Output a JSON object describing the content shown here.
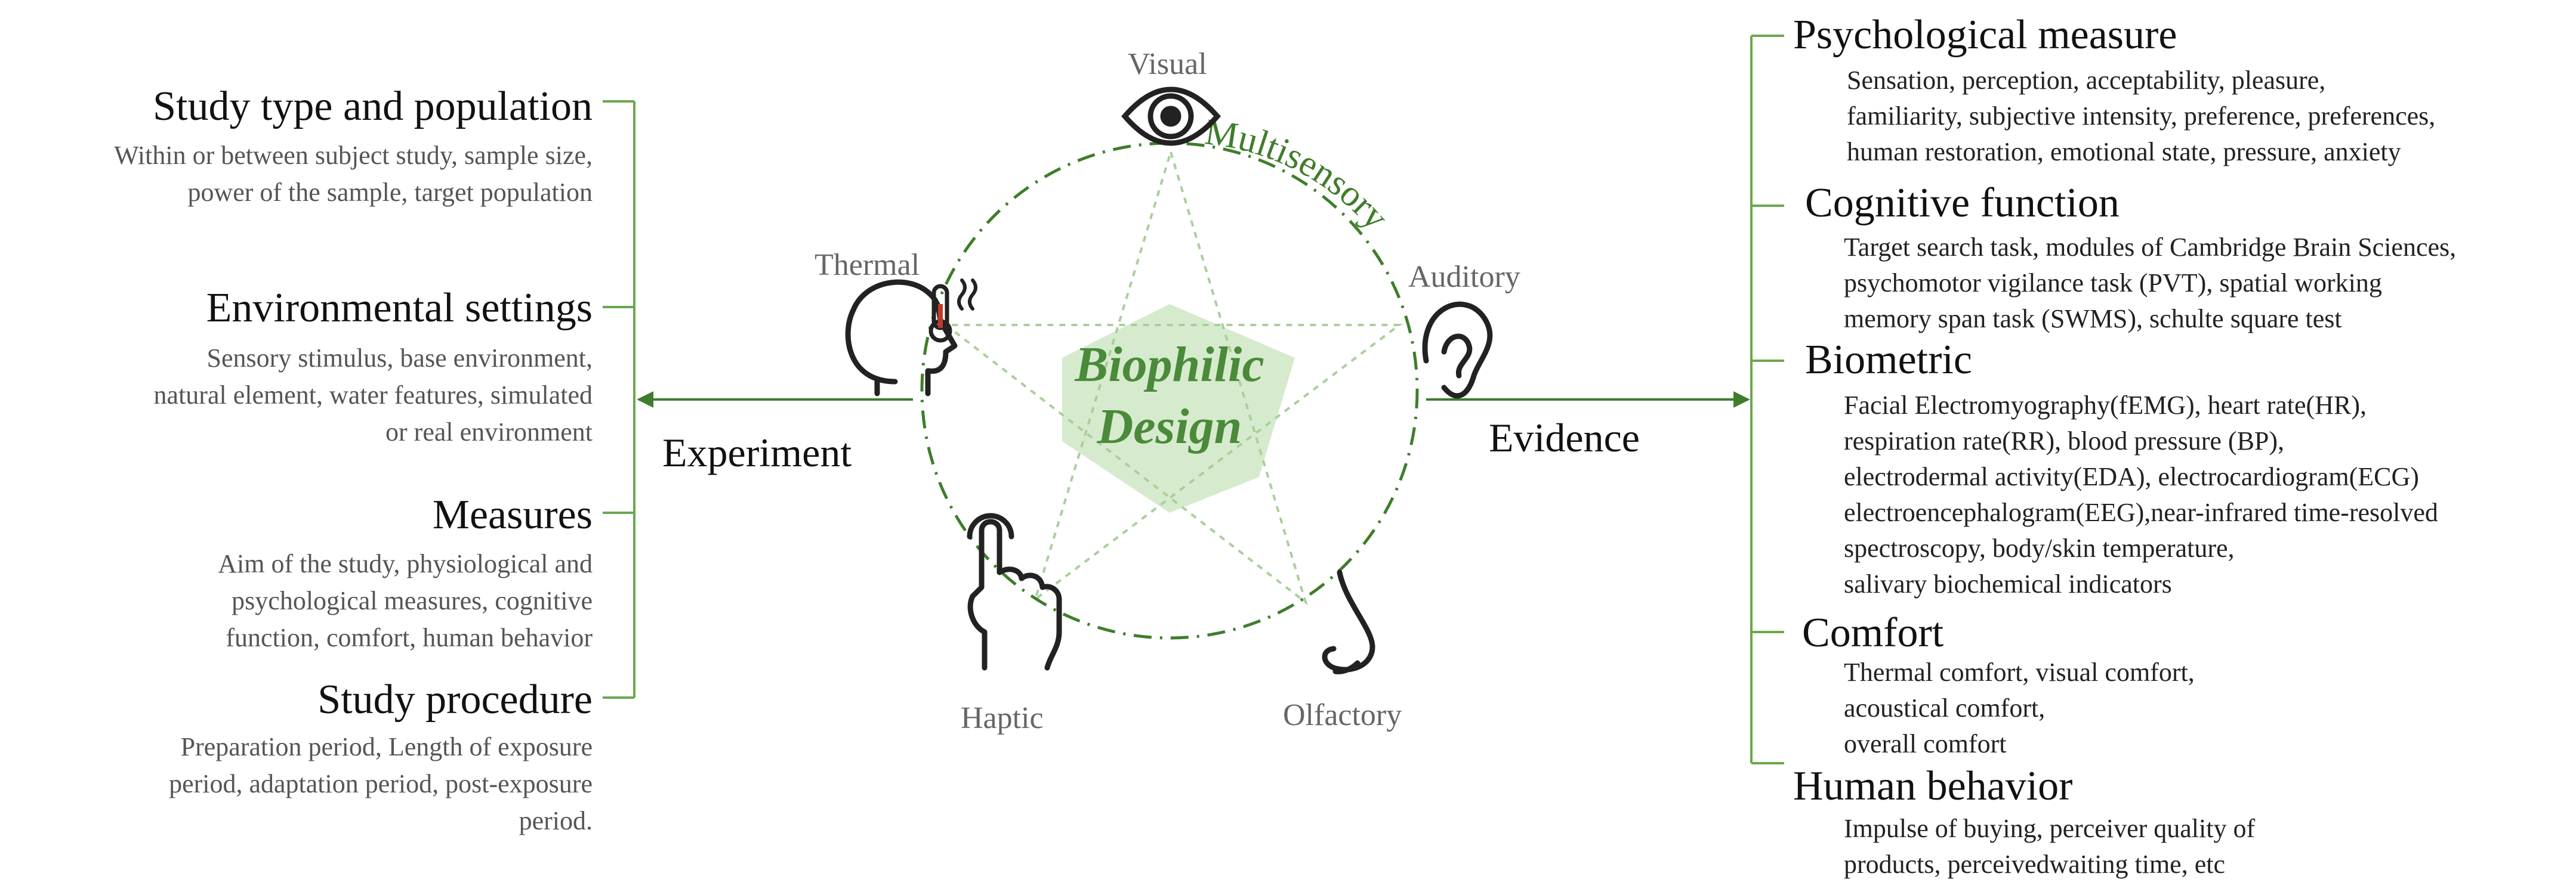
{
  "center": {
    "title": "Biophilic\nDesign",
    "arc_label": "Multisensory",
    "senses": {
      "visual": "Visual",
      "auditory": "Auditory",
      "olfactory": "Olfactory",
      "haptic": "Haptic",
      "thermal": "Thermal"
    },
    "experiment": "Experiment",
    "evidence": "Evidence"
  },
  "colors": {
    "green": "#6aa84f",
    "green_dark": "#3f7d2b",
    "pentagon_fill": "#cfe8c5",
    "icon_stroke": "#222222"
  },
  "left": [
    {
      "heading": "Study type and population",
      "body": "Within or between subject study, sample size,\npower of the sample, target population"
    },
    {
      "heading": "Environmental settings",
      "body": "Sensory stimulus, base environment,\nnatural element, water features, simulated\nor real environment"
    },
    {
      "heading": "Measures",
      "body": "Aim of the study, physiological and\npsychological measures, cognitive\nfunction, comfort, human behavior"
    },
    {
      "heading": "Study procedure",
      "body": "Preparation period, Length of exposure\nperiod, adaptation period, post-exposure\nperiod."
    }
  ],
  "right": [
    {
      "heading": "Psychological measure",
      "body": "Sensation, perception, acceptability, pleasure,\nfamiliarity, subjective intensity, preference, preferences,\nhuman restoration,  emotional state, pressure, anxiety"
    },
    {
      "heading": "Cognitive function",
      "body": "Target search task, modules of Cambridge Brain Sciences,\npsychomotor vigilance task (PVT), spatial working\nmemory span task (SWMS), schulte square test"
    },
    {
      "heading": "Biometric",
      "body": "Facial Electromyography(fEMG), heart rate(HR),\nrespiration rate(RR),  blood pressure (BP),\nelectrodermal activity(EDA), electrocardiogram(ECG)\nelectroencephalogram(EEG),near-infrared time-resolved\nspectroscopy, body/skin temperature,\nsalivary biochemical indicators"
    },
    {
      "heading": "Comfort",
      "body": "Thermal comfort, visual comfort,\nacoustical comfort,\noverall comfort"
    },
    {
      "heading": "Human behavior",
      "body": "Impulse of buying, perceiver quality of\nproducts, perceivedwaiting time, etc"
    }
  ]
}
